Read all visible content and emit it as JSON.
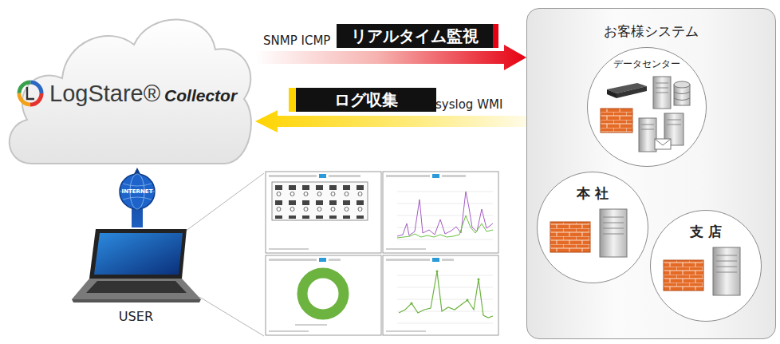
{
  "diagram": {
    "nodes": [
      {
        "text": [
          "LogStare®",
          "Collector"
        ]
      },
      {
        "text": [
          "お客様システム"
        ]
      },
      {
        "text": [
          "データセンター"
        ],
        "in": 1
      },
      {
        "text": [
          "本 社"
        ],
        "in": 1
      },
      {
        "text": [
          "支 店"
        ],
        "in": 1
      },
      {
        "text": [
          "USER"
        ]
      }
    ],
    "edges": [
      {
        "from": 0,
        "to": 1,
        "arrow": "to",
        "label": "リアルタイム監視"
      },
      {
        "from": 1,
        "to": 0,
        "arrow": "to",
        "label": "ログ収集"
      },
      {
        "from": 5,
        "to": 0,
        "arrow": "to"
      }
    ],
    "labels": [
      "SNMP ICMP",
      "syslog WMI",
      "INTERNET"
    ]
  }
}
